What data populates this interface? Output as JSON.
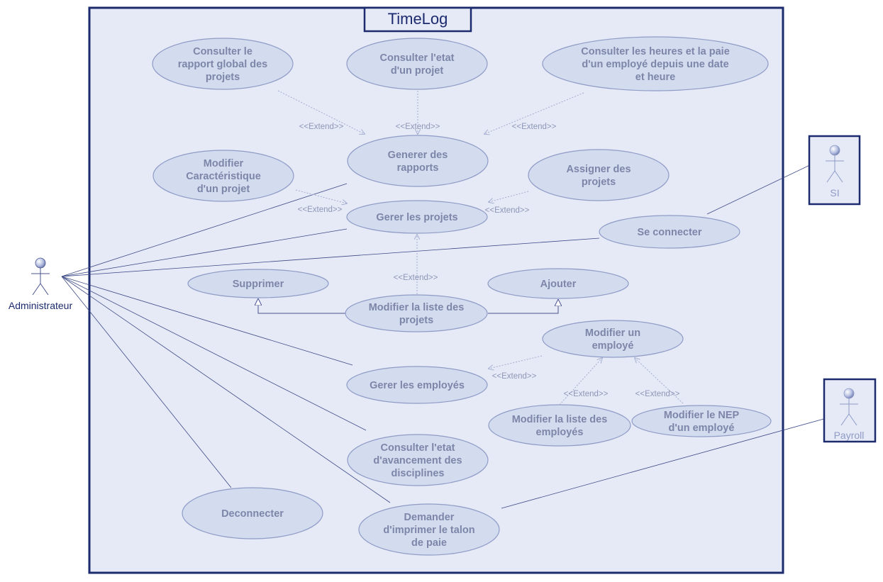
{
  "system": {
    "title": "TimeLog",
    "colors": {
      "background": "#e6e9f6",
      "border": "#1c2a6e"
    }
  },
  "stereotype": "<<Extend>>",
  "actors": [
    {
      "id": "admin",
      "label": "Administrateur",
      "boxed": false
    },
    {
      "id": "si",
      "label": "SI",
      "boxed": true
    },
    {
      "id": "payroll",
      "label": "Payroll",
      "boxed": true
    }
  ],
  "use_cases": [
    {
      "id": "rapport-global",
      "lines": [
        "Consulter le",
        "rapport global des",
        "projets"
      ]
    },
    {
      "id": "etat-projet",
      "lines": [
        "Consulter l'etat",
        "d'un projet"
      ]
    },
    {
      "id": "heures-paie",
      "lines": [
        "Consulter les heures et la paie",
        "d'un employé depuis une date",
        "et heure"
      ]
    },
    {
      "id": "generer-rapports",
      "lines": [
        "Generer des",
        "rapports"
      ]
    },
    {
      "id": "modifier-caracteristique",
      "lines": [
        "Modifier",
        "Caractéristique",
        "d'un projet"
      ]
    },
    {
      "id": "assigner-projets",
      "lines": [
        "Assigner des",
        "projets"
      ]
    },
    {
      "id": "gerer-projets",
      "lines": [
        "Gerer les projets"
      ]
    },
    {
      "id": "se-connecter",
      "lines": [
        "Se connecter"
      ]
    },
    {
      "id": "supprimer",
      "lines": [
        "Supprimer"
      ]
    },
    {
      "id": "ajouter",
      "lines": [
        "Ajouter"
      ]
    },
    {
      "id": "modifier-liste-projets",
      "lines": [
        "Modifier la liste des",
        "projets"
      ]
    },
    {
      "id": "modifier-employe",
      "lines": [
        "Modifier un",
        "employé"
      ]
    },
    {
      "id": "gerer-employes",
      "lines": [
        "Gerer les employés"
      ]
    },
    {
      "id": "modifier-liste-employes",
      "lines": [
        "Modifier la liste des",
        "employés"
      ]
    },
    {
      "id": "modifier-nep",
      "lines": [
        "Modifier le NEP",
        "d'un employé"
      ]
    },
    {
      "id": "avancement-disciplines",
      "lines": [
        "Consulter l'etat",
        "d'avancement des",
        "disciplines"
      ]
    },
    {
      "id": "deconnecter",
      "lines": [
        "Deconnecter"
      ]
    },
    {
      "id": "imprimer-talon",
      "lines": [
        "Demander",
        "d'imprimer le talon",
        "de paie"
      ]
    }
  ],
  "associations": [
    [
      "admin",
      "generer-rapports"
    ],
    [
      "admin",
      "gerer-projets"
    ],
    [
      "admin",
      "se-connecter"
    ],
    [
      "admin",
      "gerer-employes"
    ],
    [
      "admin",
      "avancement-disciplines"
    ],
    [
      "admin",
      "deconnecter"
    ],
    [
      "admin",
      "imprimer-talon"
    ],
    [
      "si",
      "se-connecter"
    ],
    [
      "payroll",
      "imprimer-talon"
    ]
  ],
  "extends": [
    [
      "rapport-global",
      "generer-rapports"
    ],
    [
      "etat-projet",
      "generer-rapports"
    ],
    [
      "heures-paie",
      "generer-rapports"
    ],
    [
      "modifier-caracteristique",
      "gerer-projets"
    ],
    [
      "assigner-projets",
      "gerer-projets"
    ],
    [
      "modifier-liste-projets",
      "gerer-projets"
    ],
    [
      "modifier-employe",
      "gerer-employes"
    ],
    [
      "modifier-liste-employes",
      "modifier-employe"
    ],
    [
      "modifier-nep",
      "modifier-employe"
    ]
  ],
  "generalizations": [
    [
      "modifier-liste-projets",
      "supprimer"
    ],
    [
      "modifier-liste-projets",
      "ajouter"
    ]
  ]
}
